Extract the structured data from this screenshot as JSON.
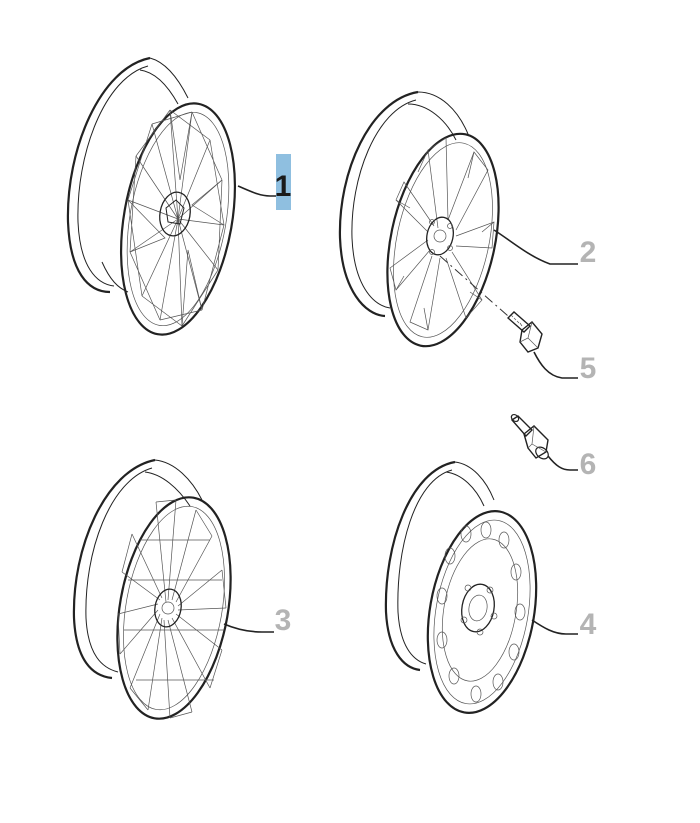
{
  "diagram": {
    "colors": {
      "highlight": "#8fbfe0",
      "inactive_label": "#b4b4b4",
      "active_label": "#1a1a1a",
      "line": "#222222"
    },
    "callouts": [
      {
        "id": "1",
        "label": "1",
        "highlighted": true
      },
      {
        "id": "2",
        "label": "2",
        "highlighted": false
      },
      {
        "id": "3",
        "label": "3",
        "highlighted": false
      },
      {
        "id": "4",
        "label": "4",
        "highlighted": false
      },
      {
        "id": "5",
        "label": "5",
        "highlighted": false
      },
      {
        "id": "6",
        "label": "6",
        "highlighted": false
      }
    ],
    "parts": [
      {
        "id": "wheel-1",
        "icon": "alloy-wheel-mesh-icon"
      },
      {
        "id": "wheel-2",
        "icon": "alloy-wheel-spoke-icon"
      },
      {
        "id": "wheel-3",
        "icon": "alloy-wheel-multispoke-icon"
      },
      {
        "id": "wheel-4",
        "icon": "steel-wheel-icon"
      },
      {
        "id": "bolt-5",
        "icon": "wheel-bolt-icon"
      },
      {
        "id": "valve-6",
        "icon": "tire-valve-icon"
      }
    ]
  }
}
